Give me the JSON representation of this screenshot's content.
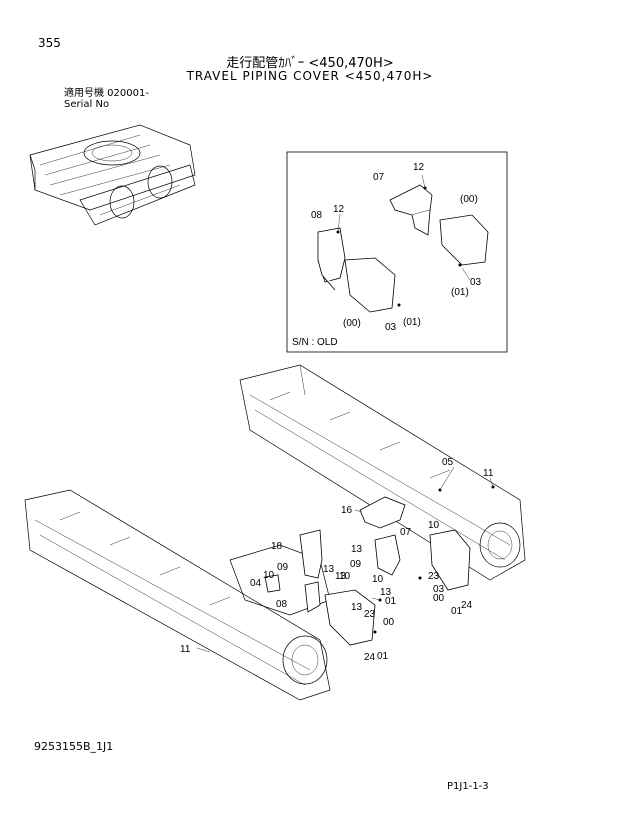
{
  "header": {
    "page_number": "355",
    "title_jp": "走行配管ｶﾊﾞｰ <450,470H>",
    "title_en": "TRAVEL PIPING COVER <450,470H>",
    "serial_jp": "適用号機  020001-",
    "serial_en": "Serial No"
  },
  "inset": {
    "sn_label": "S/N : OLD",
    "callouts": [
      "07",
      "12",
      "(00)",
      "08",
      "12",
      "03",
      "(01)",
      "(00)",
      "03",
      "(01)"
    ]
  },
  "main": {
    "callouts": [
      "05",
      "11",
      "16",
      "10",
      "07",
      "13",
      "09",
      "18",
      "10",
      "13",
      "09",
      "10",
      "13",
      "04",
      "10",
      "08",
      "13",
      "23",
      "01",
      "03",
      "00",
      "01",
      "24",
      "23",
      "13",
      "00",
      "01",
      "24",
      "11"
    ]
  },
  "footer": {
    "drawing_number": "9253155B_1J1",
    "page_code": "P1J1-1-3"
  }
}
